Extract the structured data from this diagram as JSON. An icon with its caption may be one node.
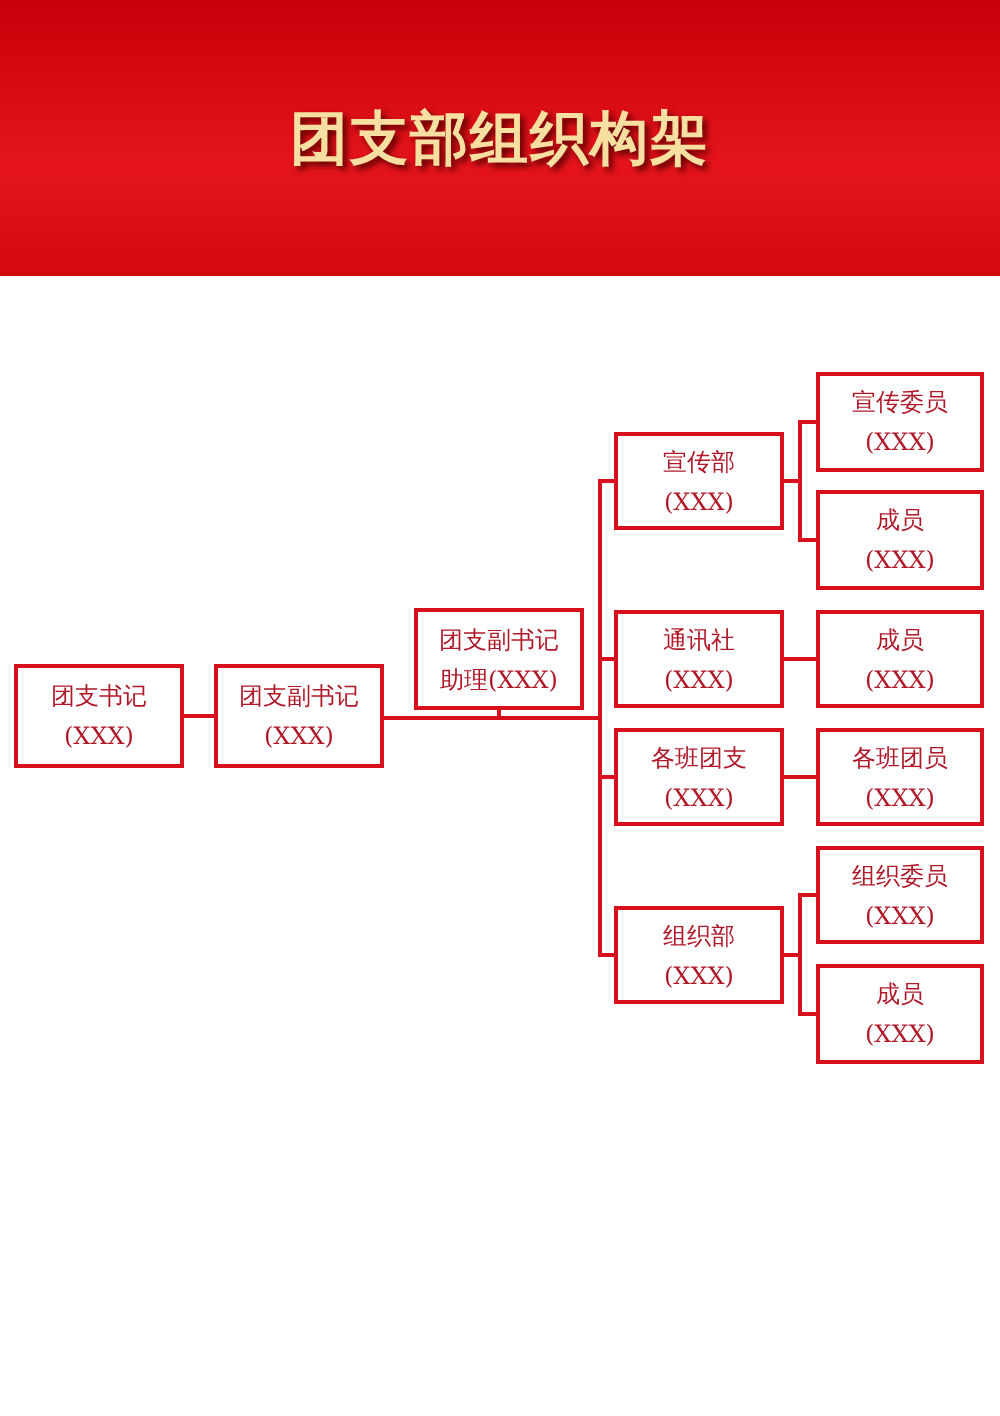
{
  "diagram": {
    "title": "团支部组织构架",
    "nodes": [
      {
        "text": [
          "团支书记 (XXX)"
        ]
      },
      {
        "text": [
          "团支副书记 (XXX)"
        ]
      },
      {
        "text": [
          "团支副书记助理(XXX)"
        ]
      },
      {
        "text": [
          "宣传部 (XXX)"
        ]
      },
      {
        "text": [
          "通讯社 (XXX)"
        ]
      },
      {
        "text": [
          "各班团支 (XXX)"
        ]
      },
      {
        "text": [
          "组织部 (XXX)"
        ]
      },
      {
        "text": [
          "宣传委员 (XXX)"
        ]
      },
      {
        "text": [
          "成员 (XXX)"
        ]
      },
      {
        "text": [
          "成员 (XXX)"
        ]
      },
      {
        "text": [
          "各班团员 (XXX)"
        ]
      },
      {
        "text": [
          "组织委员 (XXX)"
        ]
      },
      {
        "text": [
          "成员 (XXX)"
        ]
      }
    ],
    "edges": [
      {
        "from": 0,
        "to": 1,
        "arrow": "none"
      },
      {
        "from": 1,
        "to": 2,
        "arrow": "none"
      },
      {
        "from": 2,
        "to": 3,
        "arrow": "none"
      },
      {
        "from": 2,
        "to": 4,
        "arrow": "none"
      },
      {
        "from": 2,
        "to": 5,
        "arrow": "none"
      },
      {
        "from": 2,
        "to": 6,
        "arrow": "none"
      },
      {
        "from": 3,
        "to": 7,
        "arrow": "none"
      },
      {
        "from": 3,
        "to": 8,
        "arrow": "none"
      },
      {
        "from": 4,
        "to": 9,
        "arrow": "none"
      },
      {
        "from": 5,
        "to": 10,
        "arrow": "none"
      },
      {
        "from": 6,
        "to": 11,
        "arrow": "none"
      },
      {
        "from": 6,
        "to": 12,
        "arrow": "none"
      }
    ]
  }
}
